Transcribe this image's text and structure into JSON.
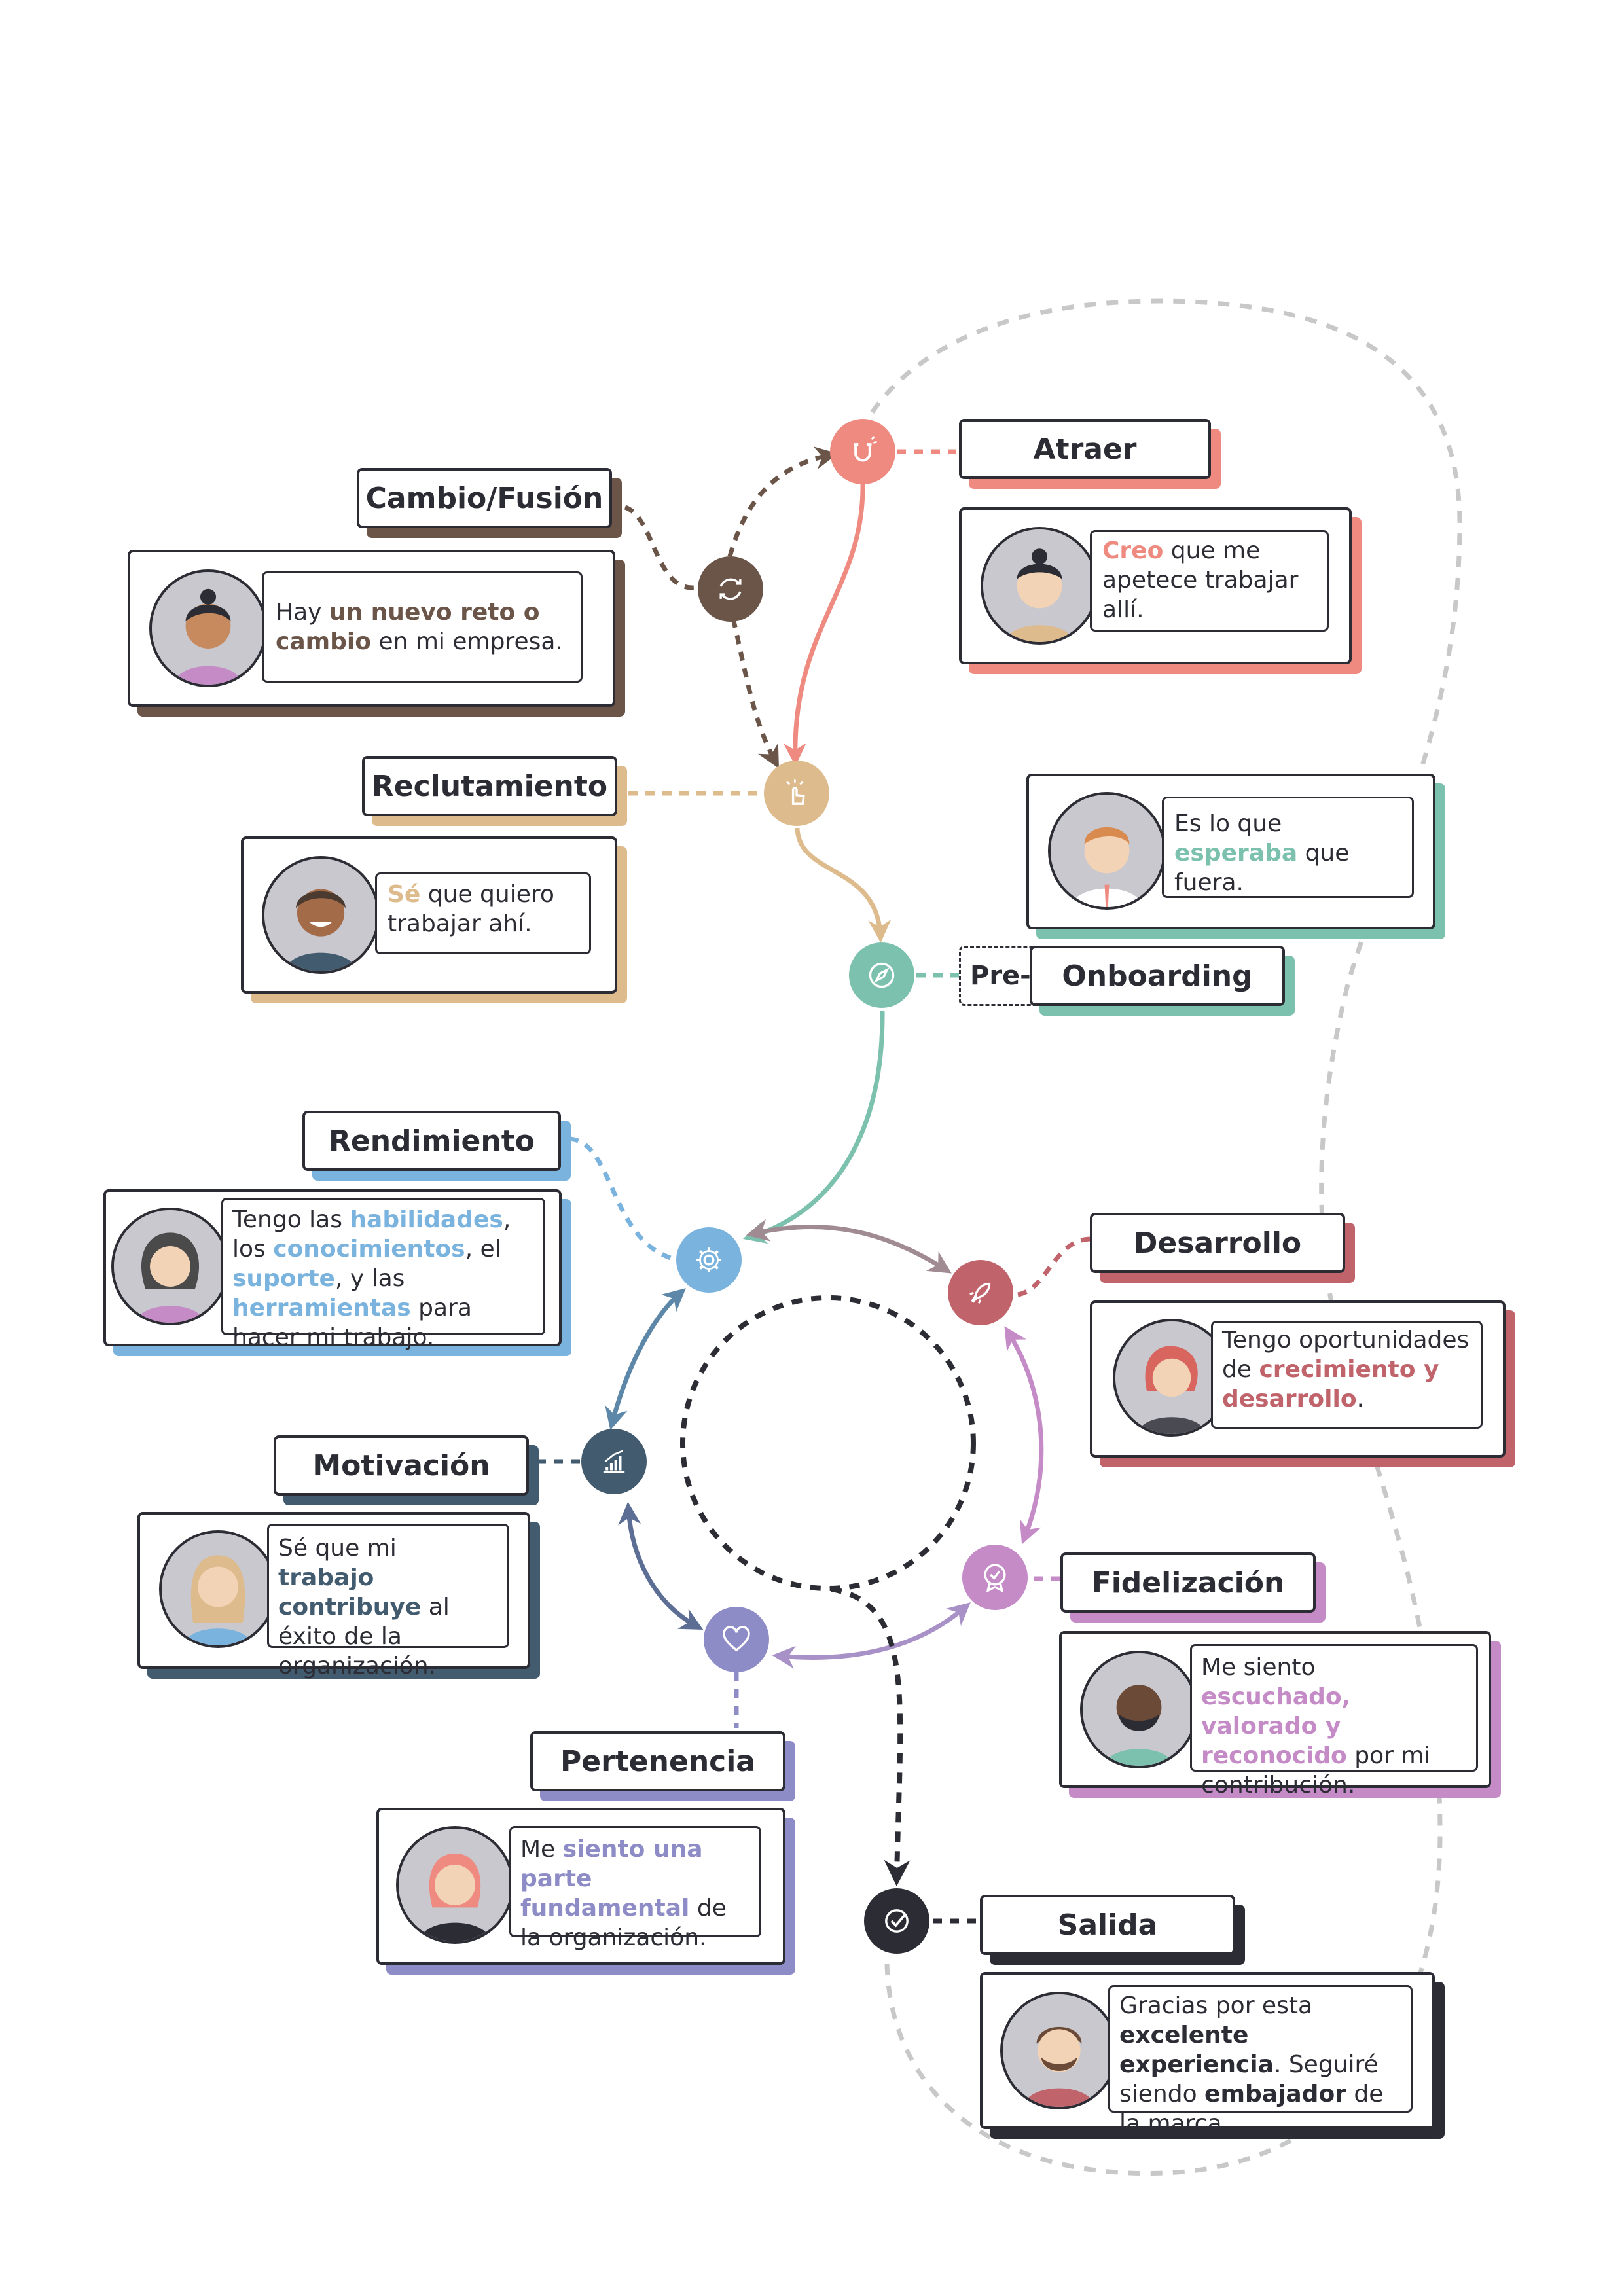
{
  "colors": {
    "cambio": "#6b5549",
    "atraer": "#ee8a7f",
    "reclutamiento": "#ddbb8c",
    "onboarding": "#7cc1ad",
    "rendimiento": "#7ab3dd",
    "desarrollo": "#c0636b",
    "fidelizacion": "#c48bc6",
    "pertenencia": "#8e8cc6",
    "motivacion": "#425b6e",
    "salida": "#2c2c35",
    "loop": "#c8c8c8"
  },
  "stages": {
    "cambio": {
      "title": "Cambio/Fusión",
      "icon": "refresh-icon",
      "quote": [
        {
          "t": "Hay "
        },
        {
          "t": "un nuevo reto o cambio",
          "h": 1
        },
        {
          "t": " en mi empresa."
        }
      ]
    },
    "atraer": {
      "title": "Atraer",
      "icon": "magnet-icon",
      "quote": [
        {
          "t": "Creo",
          "h": 1
        },
        {
          "t": " que me apetece trabajar allí."
        }
      ]
    },
    "reclutamiento": {
      "title": "Reclutamiento",
      "icon": "pointer-hand-icon",
      "quote": [
        {
          "t": "Sé",
          "h": 1
        },
        {
          "t": " que quiero trabajar ahí."
        }
      ]
    },
    "onboarding": {
      "title": "Onboarding",
      "prefix": "Pre-",
      "icon": "compass-icon",
      "quote": [
        {
          "t": "Es lo que "
        },
        {
          "t": "esperaba",
          "h": 1
        },
        {
          "t": " que fuera."
        }
      ]
    },
    "rendimiento": {
      "title": "Rendimiento",
      "icon": "gear-icon",
      "quote": [
        {
          "t": "Tengo las "
        },
        {
          "t": "habilidades",
          "h": 1
        },
        {
          "t": ", los "
        },
        {
          "t": "conocimientos",
          "h": 1
        },
        {
          "t": ", el "
        },
        {
          "t": "suporte",
          "h": 1
        },
        {
          "t": ", y las "
        },
        {
          "t": "herramientas",
          "h": 1
        },
        {
          "t": " para hacer mi trabajo."
        }
      ]
    },
    "desarrollo": {
      "title": "Desarrollo",
      "icon": "rocket-icon",
      "quote": [
        {
          "t": "Tengo oportunidades de "
        },
        {
          "t": "crecimiento y desarrollo",
          "h": 1
        },
        {
          "t": "."
        }
      ]
    },
    "motivacion": {
      "title": "Motivación",
      "icon": "growth-chart-icon",
      "quote": [
        {
          "t": "Sé que mi "
        },
        {
          "t": "trabajo contribuye",
          "h": 1
        },
        {
          "t": " al éxito de la organización."
        }
      ]
    },
    "fidelizacion": {
      "title": "Fidelización",
      "icon": "award-badge-icon",
      "quote": [
        {
          "t": "Me siento "
        },
        {
          "t": "escuchado, valorado y reconocido",
          "h": 1
        },
        {
          "t": " por mi contribución."
        }
      ]
    },
    "pertenencia": {
      "title": "Pertenencia",
      "icon": "heart-icon",
      "quote": [
        {
          "t": "Me "
        },
        {
          "t": "siento una parte fundamental",
          "h": 1
        },
        {
          "t": " de la organización."
        }
      ]
    },
    "salida": {
      "title": "Salida",
      "icon": "check-circle-icon",
      "quote": [
        {
          "t": "Gracias por esta "
        },
        {
          "t": "excelente experiencia",
          "h": 1
        },
        {
          "t": ". Seguiré siendo "
        },
        {
          "t": "embajador",
          "h": 1
        },
        {
          "t": " de la marca."
        }
      ]
    }
  }
}
